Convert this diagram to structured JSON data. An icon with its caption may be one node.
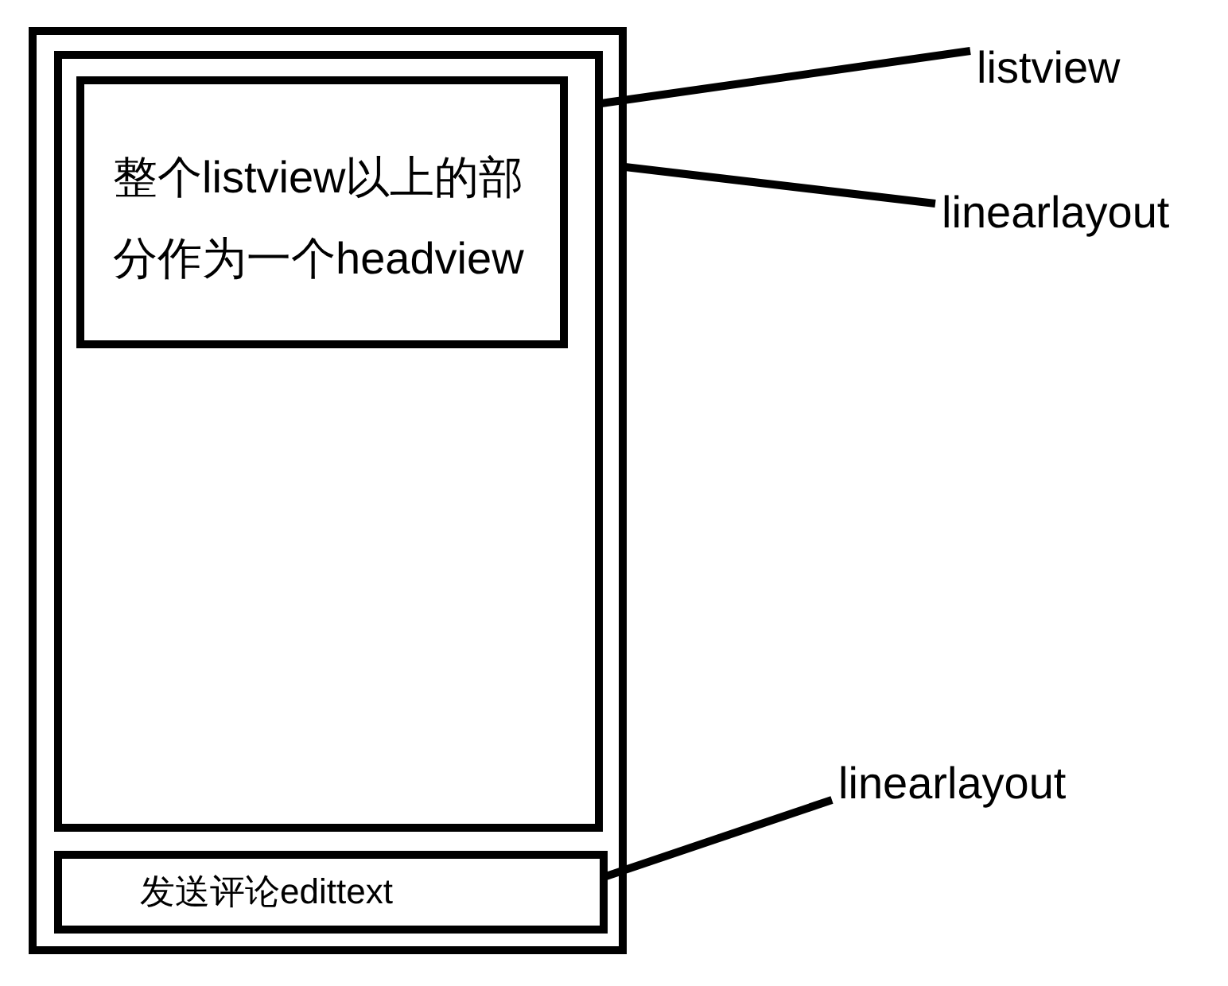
{
  "diagram": {
    "nodes": [
      {
        "text": [],
        "shape": "box"
      },
      {
        "text": [],
        "shape": "box",
        "in": 0
      },
      {
        "text": [
          "整个listview以上的部分作为一个headview"
        ],
        "in": 1
      },
      {
        "text": [
          "发送评论edittext"
        ],
        "in": 0
      },
      {
        "text": [
          "listview"
        ]
      },
      {
        "text": [
          "linearlayout"
        ]
      },
      {
        "text": [
          "linearlayout"
        ]
      }
    ],
    "edges": [
      {
        "from": 4,
        "to": 1,
        "arrow": "none"
      },
      {
        "from": 5,
        "to": 0,
        "arrow": "none"
      },
      {
        "from": 6,
        "to": 3,
        "arrow": "none"
      }
    ]
  }
}
